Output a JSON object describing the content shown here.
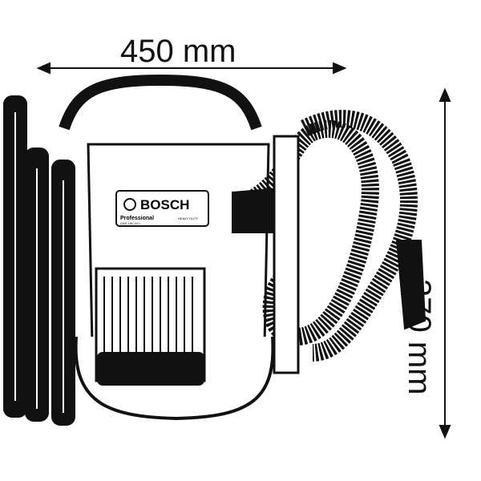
{
  "dimensions": {
    "width_label": "450 mm",
    "height_label": "370 mm"
  },
  "label": {
    "brand": "BOSCH",
    "line": "Professional",
    "model": "GAS 18V-10 L",
    "badge": "HEAVY DUTY"
  },
  "colors": {
    "stroke": "#111111",
    "background": "#ffffff"
  }
}
